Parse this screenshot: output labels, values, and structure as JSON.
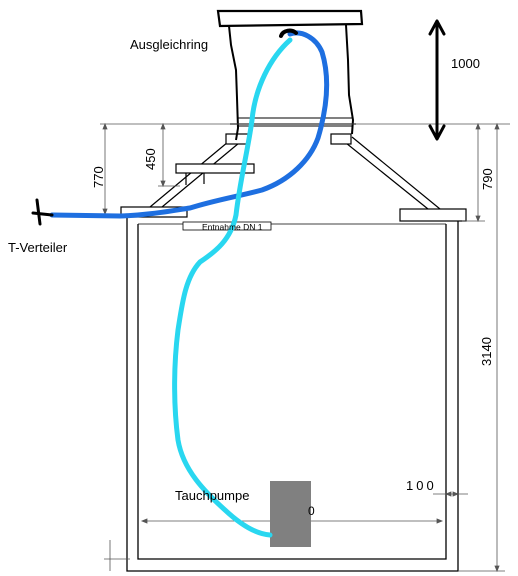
{
  "labels": {
    "ausgleichring": "Ausgleichring",
    "t_verteiler": "T-Verteiler",
    "entnahme": "Entnahme DN 1",
    "tauchpumpe": "Tauchpumpe"
  },
  "dimensions": {
    "d1000": "1000",
    "d450": "450",
    "d770": "770",
    "d790": "790",
    "d3140": "3140",
    "d100": "100"
  },
  "colors": {
    "hose_light": "#29d7f0",
    "hose_dark": "#1e6fe0",
    "pump": "#808080",
    "outline": "#000000",
    "dim_line": "#555555"
  }
}
